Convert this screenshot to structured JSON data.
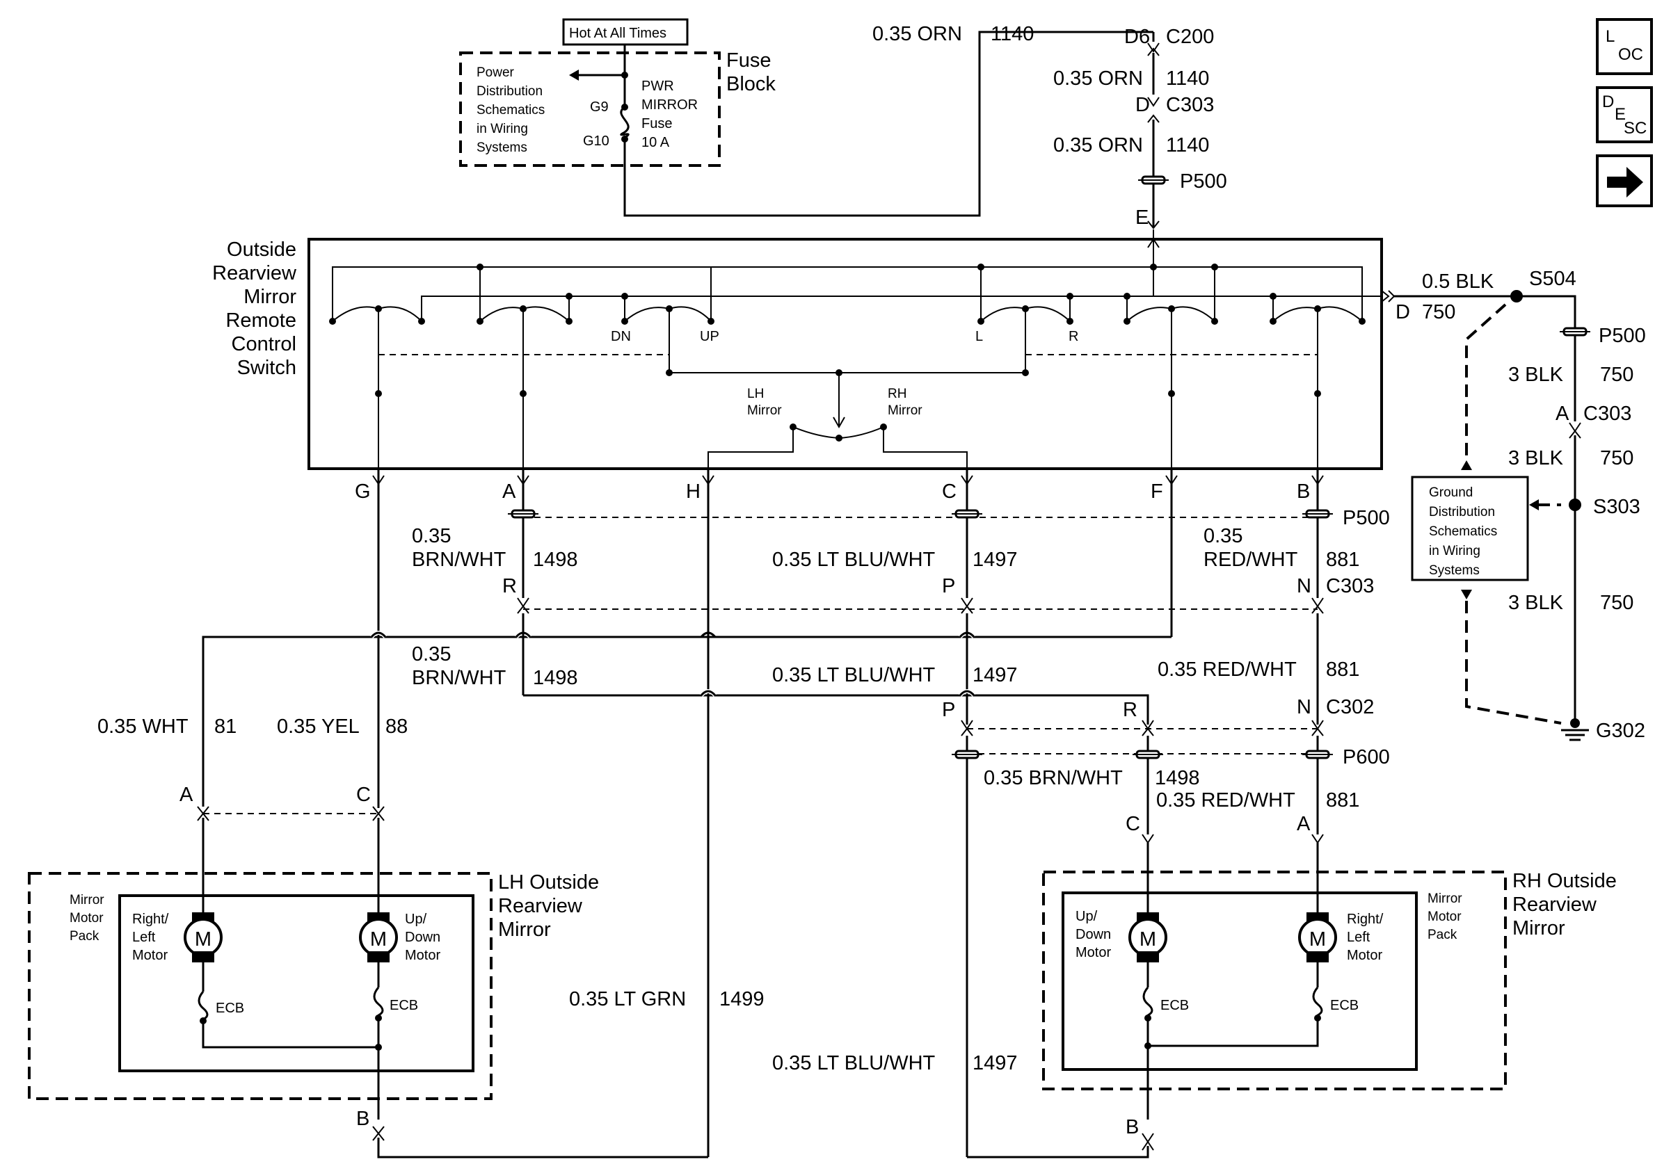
{
  "nav": {
    "loc_main": "L",
    "loc_sub": "OC",
    "desc_main": "D",
    "desc_mid": "E",
    "desc_sub": "SC",
    "next_glyph": "➡"
  },
  "fuse": {
    "hot_label": "Hot At All Times",
    "block_label": [
      "Fuse",
      "Block"
    ],
    "pds_label": [
      "Power",
      "Distribution",
      "Schematics",
      "in Wiring",
      "Systems"
    ],
    "terminal_top": "G9",
    "terminal_bottom": "G10",
    "fuse_label": [
      "PWR",
      "MIRROR",
      "Fuse",
      "10 A"
    ]
  },
  "top_circuit": {
    "wire_top_gauge": "0.35 ORN",
    "wire_top_num": "1140",
    "d6": "D6",
    "c200": "C200",
    "wire_mid_gauge": "0.35 ORN",
    "wire_mid_num": "1140",
    "d": "D",
    "c303": "C303",
    "wire_low_gauge": "0.35 ORN",
    "wire_low_num": "1140",
    "p500": "P500",
    "e": "E"
  },
  "switch": {
    "title": [
      "Outside",
      "Rearview",
      "Mirror",
      "Remote",
      "Control",
      "Switch"
    ],
    "dn": "DN",
    "up": "UP",
    "l": "L",
    "r": "R",
    "lh_mirror": [
      "LH",
      "Mirror"
    ],
    "rh_mirror": [
      "RH",
      "Mirror"
    ],
    "pins": [
      "G",
      "A",
      "H",
      "C",
      "F",
      "B"
    ],
    "pin_d": "D"
  },
  "ground_circuit": {
    "blk_gauge": "0.5 BLK",
    "blk_num": "750",
    "s504": "S504",
    "p500": "P500",
    "w1_gauge": "3 BLK",
    "w1_num": "750",
    "a": "A",
    "c303": "C303",
    "w2_gauge": "3 BLK",
    "w2_num": "750",
    "s303": "S303",
    "w3_gauge": "3 BLK",
    "w3_num": "750",
    "g302": "G302",
    "gds_label": [
      "Ground",
      "Distribution",
      "Schematics",
      "in Wiring",
      "Systems"
    ]
  },
  "mid": {
    "p500": "P500",
    "c303": "C303",
    "brnwht_gauge": [
      "0.35",
      "BRN/WHT"
    ],
    "brnwht_num": "1498",
    "ltbluwht_gauge": "0.35 LT BLU/WHT",
    "ltbluwht_num": "1497",
    "redwht_gauge": [
      "0.35",
      "RED/WHT"
    ],
    "redwht_num": "881",
    "r": "R",
    "p": "P",
    "n": "N",
    "brnwht2_gauge": [
      "0.35",
      "BRN/WHT"
    ],
    "brnwht2_num": "1498",
    "ltbluwht2_gauge": "0.35 LT BLU/WHT",
    "ltbluwht2_num": "1497",
    "redwht2_gauge": "0.35 RED/WHT",
    "redwht2_num": "881",
    "p2": "P",
    "r2": "R",
    "n2": "N",
    "c302": "C302",
    "p600": "P600",
    "brnwht3_gauge": "0.35 BRN/WHT",
    "brnwht3_num": "1498",
    "redwht3_gauge": "0.35 RED/WHT",
    "redwht3_num": "881"
  },
  "lh": {
    "wht_gauge": "0.35 WHT",
    "wht_num": "81",
    "yel_gauge": "0.35 YEL",
    "yel_num": "88",
    "a": "A",
    "c": "C",
    "b": "B",
    "title": [
      "LH Outside",
      "Rearview",
      "Mirror"
    ],
    "pack": [
      "Mirror",
      "Motor",
      "Pack"
    ],
    "rl_motor": [
      "Right/",
      "Left",
      "Motor"
    ],
    "ud_motor": [
      "Up/",
      "Down",
      "Motor"
    ],
    "motor_glyph": "M",
    "ecb": "ECB"
  },
  "rh": {
    "c": "C",
    "a": "A",
    "b": "B",
    "title": [
      "RH Outside",
      "Rearview",
      "Mirror"
    ],
    "pack": [
      "Mirror",
      "Motor",
      "Pack"
    ],
    "ud_motor": [
      "Up/",
      "Down",
      "Motor"
    ],
    "rl_motor": [
      "Right/",
      "Left",
      "Motor"
    ],
    "motor_glyph": "M",
    "ecb": "ECB"
  },
  "bottom": {
    "ltgrn_gauge": "0.35 LT GRN",
    "ltgrn_num": "1499",
    "ltbluwht_gauge": "0.35 LT BLU/WHT",
    "ltbluwht_num": "1497"
  }
}
